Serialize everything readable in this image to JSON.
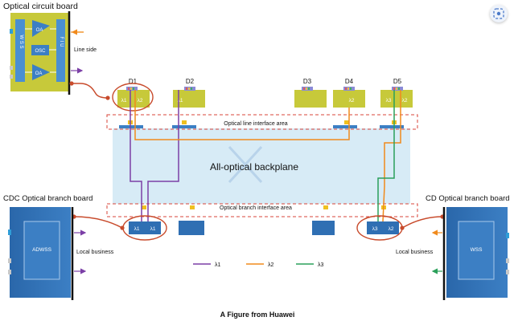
{
  "boards": {
    "optical_circuit": {
      "title": "Optical circuit board",
      "wss": "W S S",
      "oa_top": "OA",
      "osc": "OSC",
      "oa_bottom": "OA",
      "fiu": "F I U",
      "side_label": "Line side"
    },
    "cdc_branch": {
      "title": "CDC Optical branch board",
      "module": "ADWSS",
      "side_label": "Local business"
    },
    "cd_branch": {
      "title": "CD Optical branch board",
      "module": "WSS",
      "side_label": "Local business"
    }
  },
  "degrees": [
    "D1",
    "D2",
    "D3",
    "D4",
    "D5"
  ],
  "degree_ports": {
    "D1": [
      "λ1",
      "λ2"
    ],
    "D2": [
      "λ1"
    ],
    "D3": [],
    "D4": [
      "λ2"
    ],
    "D5": [
      "λ3",
      "λ2"
    ]
  },
  "areas": {
    "line_interface": "Optical line interface area",
    "backplane": "All-optical backplane",
    "branch_interface": "Optical branch interface area"
  },
  "branch_ports": {
    "left": [
      "λ1",
      "λ1"
    ],
    "right": [
      "λ3",
      "λ2"
    ]
  },
  "legend": [
    {
      "label": "λ1",
      "color": "#7b3fa6"
    },
    {
      "label": "λ2",
      "color": "#f08a1c"
    },
    {
      "label": "λ3",
      "color": "#2aa05a"
    }
  ],
  "caption": "A Figure from Huawei",
  "colors": {
    "board_yellow": "#c7c93a",
    "board_blue": "#2f6fb3",
    "backplane": "#d7ebf6",
    "accent_red": "#c84b2c",
    "dashed_red": "#d9453a"
  },
  "icons": {
    "lens": "visual-search-icon"
  }
}
